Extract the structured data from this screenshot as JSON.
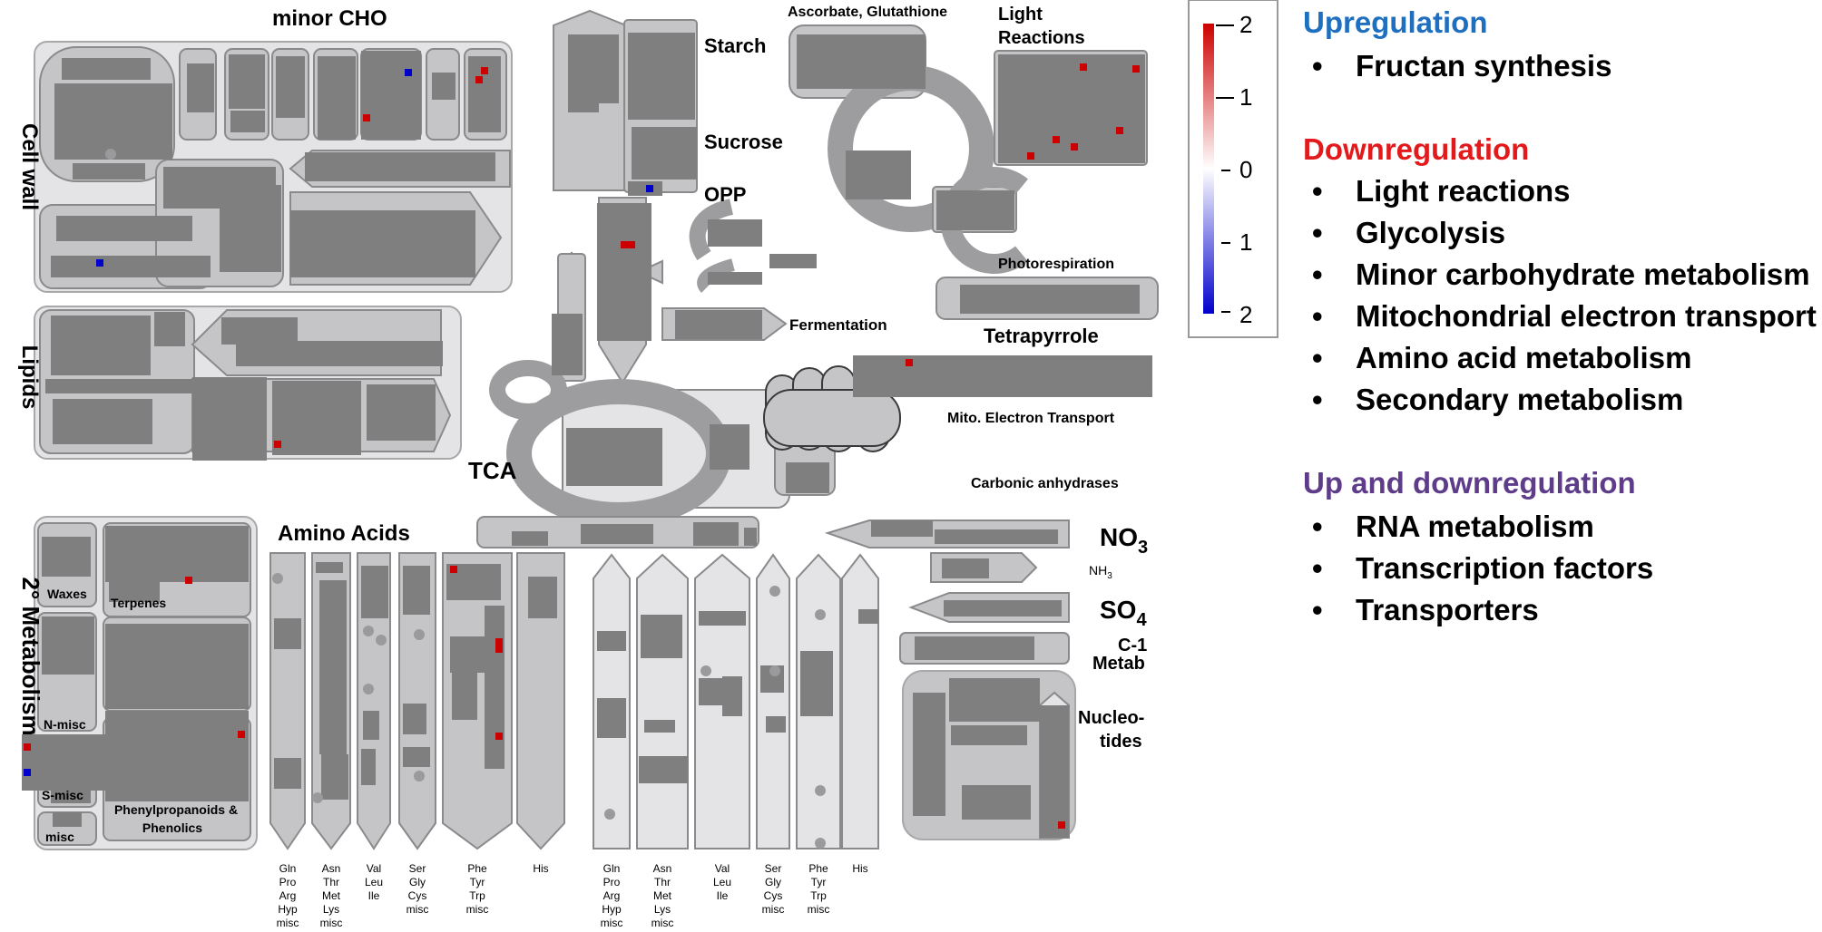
{
  "diagram": {
    "labels": {
      "minor_cho": "minor CHO",
      "cell_wall": "Cell wall",
      "lipids": "Lipids",
      "secondary_metabolism": "2° Metabolism",
      "starch": "Starch",
      "sucrose": "Sucrose",
      "opp": "OPP",
      "ascorbate": "Ascorbate, Glutathione",
      "light_reactions_1": "Light",
      "light_reactions_2": "Reactions",
      "photorespiration": "Photorespiration",
      "fermentation": "Fermentation",
      "tetrapyrrole": "Tetrapyrrole",
      "mito_electron_transport": "Mito. Electron Transport",
      "tca": "TCA",
      "carbonic_anhydrases": "Carbonic anhydrases",
      "amino_acids": "Amino Acids",
      "no3": "NO",
      "no3_sub": "3",
      "nh3": "NH",
      "nh3_sub": "3",
      "so4": "SO",
      "so4_sub": "4",
      "c1_metab_1": "C-1",
      "c1_metab_2": "Metab",
      "nucleotides_1": "Nucleo-",
      "nucleotides_2": "tides",
      "waxes": "Waxes",
      "terpenes": "Terpenes",
      "n_misc": "N-misc",
      "s_misc": "S-misc",
      "misc": "misc",
      "phenylpropanoids_1": "Phenylpropanoids &",
      "phenylpropanoids_2": "Phenolics"
    },
    "aa_columns": [
      [
        "Gln",
        "Pro",
        "Arg",
        "Hyp",
        "misc"
      ],
      [
        "Asn",
        "Thr",
        "Met",
        "Lys",
        "misc"
      ],
      [
        "Val",
        "Leu",
        "Ile"
      ],
      [
        "Ser",
        "Gly",
        "Cys",
        "misc"
      ],
      [
        "Phe",
        "Tyr",
        "Trp",
        "misc"
      ],
      [
        "His"
      ]
    ],
    "colors": {
      "block": "#7f7f7f",
      "panel": "#e4e4e6",
      "shape": "#c5c5c7",
      "up": "#0000cc",
      "down": "#cc0000"
    }
  },
  "colorbar": {
    "ticks": [
      "2",
      "1",
      "0",
      "1",
      "2"
    ],
    "top_color": "#cc0000",
    "mid_color": "#ffffff",
    "bottom_color": "#0000cc"
  },
  "legend": {
    "upregulation": {
      "title": "Upregulation",
      "color": "#1f6fc0",
      "items": [
        "Fructan synthesis"
      ]
    },
    "downregulation": {
      "title": "Downregulation",
      "color": "#e31a1c",
      "items": [
        "Light reactions",
        "Glycolysis",
        "Minor carbohydrate metabolism",
        "Mitochondrial electron transport",
        "Amino acid metabolism",
        "Secondary metabolism"
      ]
    },
    "updown": {
      "title": "Up and downregulation",
      "color": "#5e3c8a",
      "items": [
        "RNA metabolism",
        "Transcription factors",
        "Transporters"
      ]
    },
    "bullet": "•"
  }
}
